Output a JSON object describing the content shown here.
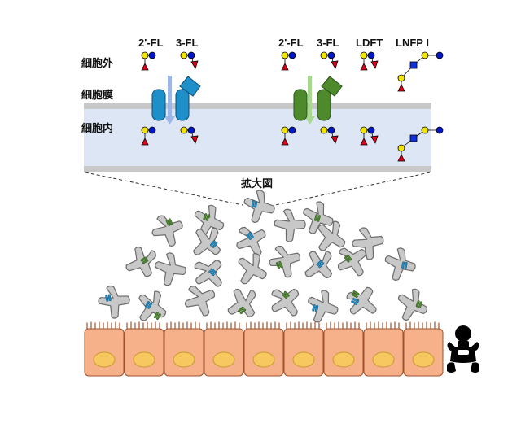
{
  "labels": {
    "outside": "細胞外",
    "membrane": "細胞膜",
    "inside": "細胞内",
    "zoom": "拡大図"
  },
  "sugars": {
    "s1": "2'-FL",
    "s2": "3-FL",
    "s3": "2'-FL",
    "s4": "3-FL",
    "s5": "LDFT",
    "s6": "LNFP I"
  },
  "colors": {
    "membrane": "#c8c8c8",
    "cytoplasm": "#dde6f5",
    "transporter_blue": "#1e8fc9",
    "transporter_green": "#4e8a2c",
    "galactose": "#f2e600",
    "glucose": "#0018c8",
    "fucose": "#e0001a",
    "glcnac": "#1030e0",
    "bacterium": "#c8c8c8",
    "epithelium": "#f6b08a",
    "nucleus": "#f8c860"
  },
  "icons": {
    "glycan": "glycan-icon",
    "transporter": "transporter-icon",
    "bacterium": "bacterium-icon",
    "baby": "baby-icon"
  }
}
